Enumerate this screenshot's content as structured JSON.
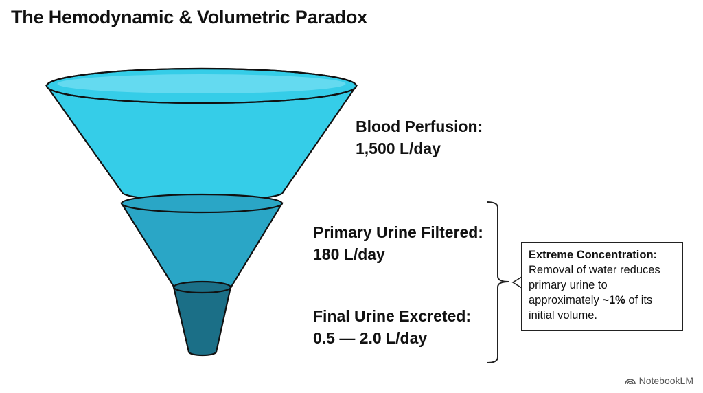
{
  "title": "The Hemodynamic & Volumetric Paradox",
  "stages": [
    {
      "label": "Blood Perfusion:",
      "value": "1,500 L/day",
      "color": "#35cde8"
    },
    {
      "label": "Primary Urine Filtered:",
      "value": "180 L/day",
      "color": "#2aa6c6"
    },
    {
      "label": "Final Urine Excreted:",
      "value": "0.5 — 2.0 L/day",
      "color": "#1b6f87"
    }
  ],
  "callout": {
    "heading": "Extreme Concentration:",
    "text_before": "Removal of water reduces primary urine to approximately ",
    "emphasis": "~1%",
    "text_after": " of its initial volume."
  },
  "brand": "NotebookLM"
}
